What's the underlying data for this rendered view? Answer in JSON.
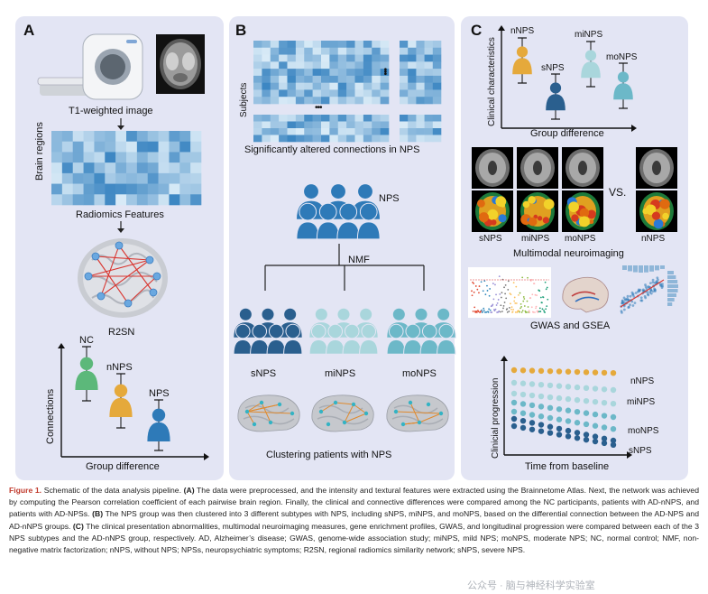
{
  "panel_a": {
    "letter": "A",
    "t1_label": "T1-weighted image",
    "brain_regions": "Brain regions",
    "radiomics": "Radiomics Features",
    "r2sn": "R2SN",
    "ylabel": "Connections",
    "xlabel": "Group difference",
    "g1": "NC",
    "g2": "nNPS",
    "g3": "NPS"
  },
  "panel_b": {
    "letter": "B",
    "subjects": "Subjects",
    "dots_h": "•••",
    "dots_v": "•••",
    "sig_label": "Significantly altered connections in NPS",
    "nps": "NPS",
    "nmf": "NMF",
    "s1": "sNPS",
    "s2": "miNPS",
    "s3": "moNPS",
    "cluster_label": "Clustering patients with NPS"
  },
  "panel_c": {
    "letter": "C",
    "ylabel": "Clinical characteristics",
    "xlabel": "Group difference",
    "g_nnps": "nNPS",
    "g_snps": "sNPS",
    "g_minps": "miNPS",
    "g_monps": "moNPS",
    "vs": "VS.",
    "mri1": "sNPS",
    "mri2": "miNPS",
    "mri3": "moNPS",
    "mri4": "nNPS",
    "multimodal": "Multimodal neuroimaging",
    "gwas": "GWAS and GSEA",
    "prog_ylabel": "Clinicial progression",
    "prog_xlabel": "Time from baseline",
    "p1": "nNPS",
    "p2": "miNPS",
    "p3": "moNPS",
    "p4": "sNPS"
  },
  "caption": {
    "fig": "Figure 1.",
    "t1": " Schematic of the data analysis pipeline. ",
    "a": "(A)",
    "t2": " The data were preprocessed, and the intensity and textural features were extracted using the Brainnetome Atlas. Next, the network was achieved by computing the Pearson correlation coefficient of each pairwise brain region. Finally, the clinical and connective differences were compared among the NC participants, patients with AD-nNPS, and patients with AD-NPSs. ",
    "b": "(B)",
    "t3": " The NPS group was then clustered into 3 different subtypes with NPS, including sNPS, miNPS, and moNPS, based on the differential connection between the AD-NPS and AD-nNPS groups. ",
    "c": "(C)",
    "t4": " The clinical presentation abnormalities, multimodal neuroimaging measures, gene enrichment profiles, GWAS, and longitudinal progression were compared between each of the 3 NPS subtypes and the AD-nNPS group, respectively. AD, Alzheimer’s disease; GWAS, genome-wide association study; miNPS, mild NPS; moNPS, moderate NPS; NC, normal control; NMF, non-negative matrix factorization; nNPS, without NPS; NPSs, neuropsychiatric symptoms; R2SN, regional radiomics similarity network; sNPS, severe NPS."
  },
  "watermark": "公众号 · 脑与神经科学实验室",
  "colors": {
    "nc": "#5cb87a",
    "nnps": "#e5a93b",
    "snps": "#2a5f8e",
    "minps": "#a9d6dc",
    "monps": "#6cb8c8",
    "npsblue": "#2e7ab8",
    "heat_lo": "#d9ebf7",
    "heat_hi": "#3c86c2",
    "net": "#d9352f"
  }
}
